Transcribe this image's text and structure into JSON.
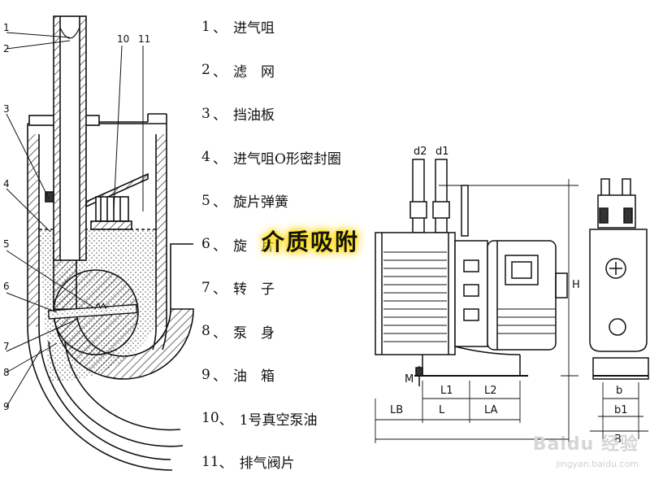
{
  "cross_section": {
    "callouts": [
      "1",
      "2",
      "3",
      "4",
      "5",
      "6",
      "7",
      "8",
      "9",
      "10",
      "11"
    ]
  },
  "legend": [
    {
      "num": "1",
      "sep": "、",
      "label": "进气咀"
    },
    {
      "num": "2",
      "sep": "、",
      "label": "滤　网"
    },
    {
      "num": "3",
      "sep": "、",
      "label": "挡油板"
    },
    {
      "num": "4",
      "sep": "、",
      "label": "进气咀O形密封圈"
    },
    {
      "num": "5",
      "sep": "、",
      "label": "旋片弹簧"
    },
    {
      "num": "6",
      "sep": "、",
      "label": "旋　片"
    },
    {
      "num": "7",
      "sep": "、",
      "label": "转　子"
    },
    {
      "num": "8",
      "sep": "、",
      "label": "泵　身"
    },
    {
      "num": "9",
      "sep": "、",
      "label": "油　箱"
    },
    {
      "num": "10",
      "sep": "、",
      "label": "1号真空泵油"
    },
    {
      "num": "11",
      "sep": "、",
      "label": "排气阀片"
    }
  ],
  "overlay_title": "介质吸附",
  "dimension_labels": {
    "d2": "d2",
    "d1": "d1",
    "H": "H",
    "M": "M",
    "L1": "L1",
    "L2": "L2",
    "LB": "LB",
    "L": "L",
    "LA": "LA",
    "b": "b",
    "b1": "b1",
    "B": "B"
  },
  "watermark": {
    "main": "Baidu 经验",
    "sub": "jingyan.baidu.com"
  }
}
